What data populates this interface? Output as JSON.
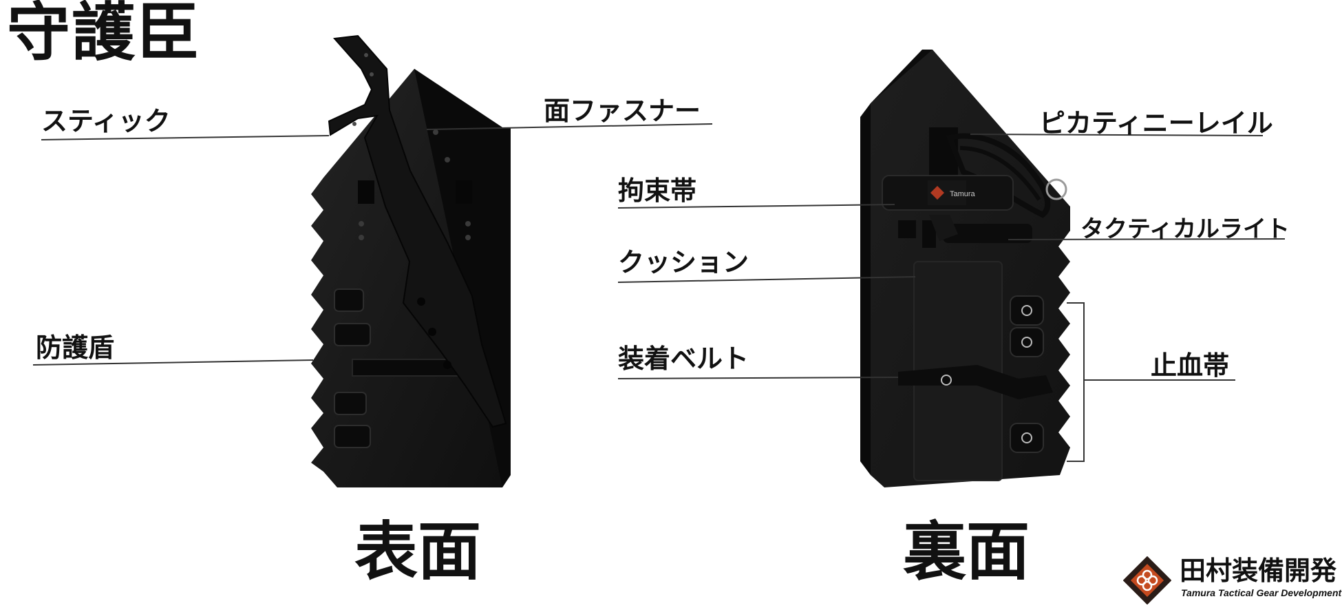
{
  "title": "守護臣",
  "front": {
    "side_label": "表面",
    "labels": {
      "stick": "スティック",
      "face_fastener": "面ファスナー",
      "shield": "防護盾"
    }
  },
  "back": {
    "side_label": "裏面",
    "labels": {
      "picatinny_rail": "ピカティニーレイル",
      "restraint_band": "拘束帯",
      "tactical_light": "タクティカルライト",
      "cushion": "クッション",
      "mounting_belt": "装着ベルト",
      "tourniquet": "止血帯"
    },
    "product_text": "Tamura"
  },
  "brand": {
    "name": "田村装備開発",
    "subtitle": "Tamura Tactical Gear Development",
    "logo_icon": "tamura-diamond-crest-icon",
    "colors": {
      "crest_outer": "#2a1c17",
      "crest_accent": "#c44a1f"
    }
  },
  "colors": {
    "shield": "#1c1c1c",
    "shield_edge": "#111111",
    "text": "#111111"
  }
}
